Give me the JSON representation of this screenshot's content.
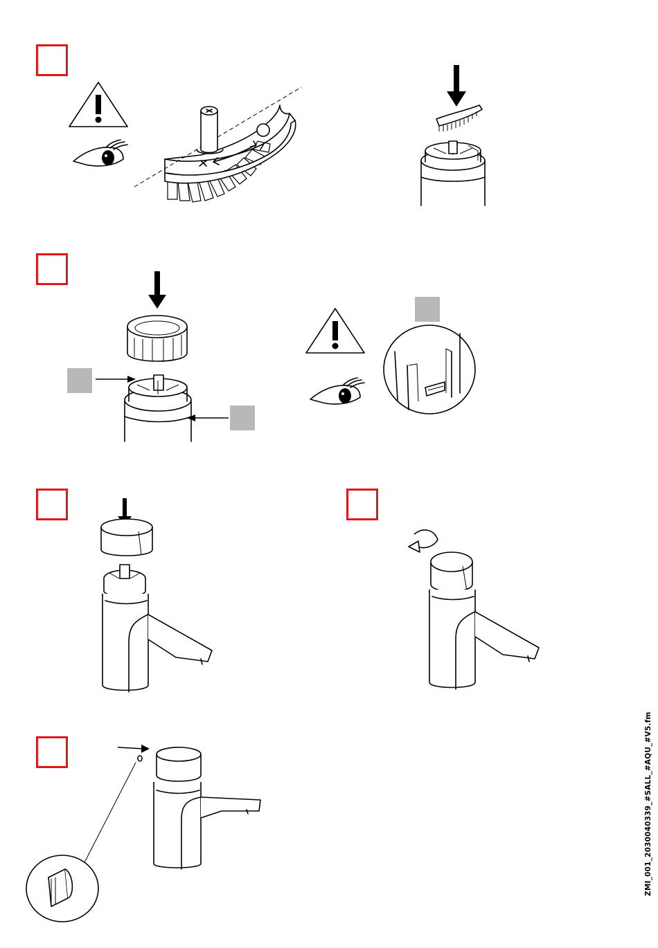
{
  "document": {
    "footer_code": "ZMI_001_2030040339_#SALL_#AQU_#V5.fm"
  },
  "steps": [
    {
      "id": "step-1"
    },
    {
      "id": "step-2"
    },
    {
      "id": "step-3"
    },
    {
      "id": "step-4"
    },
    {
      "id": "step-5"
    }
  ],
  "colors": {
    "step_box_border": "#e3171b",
    "callout_grey": "#b8b8b8",
    "line_art": "#000000"
  },
  "icons": [
    "warning-triangle-icon",
    "eye-icon",
    "arrow-down-icon",
    "rotate-arrow-icon"
  ]
}
